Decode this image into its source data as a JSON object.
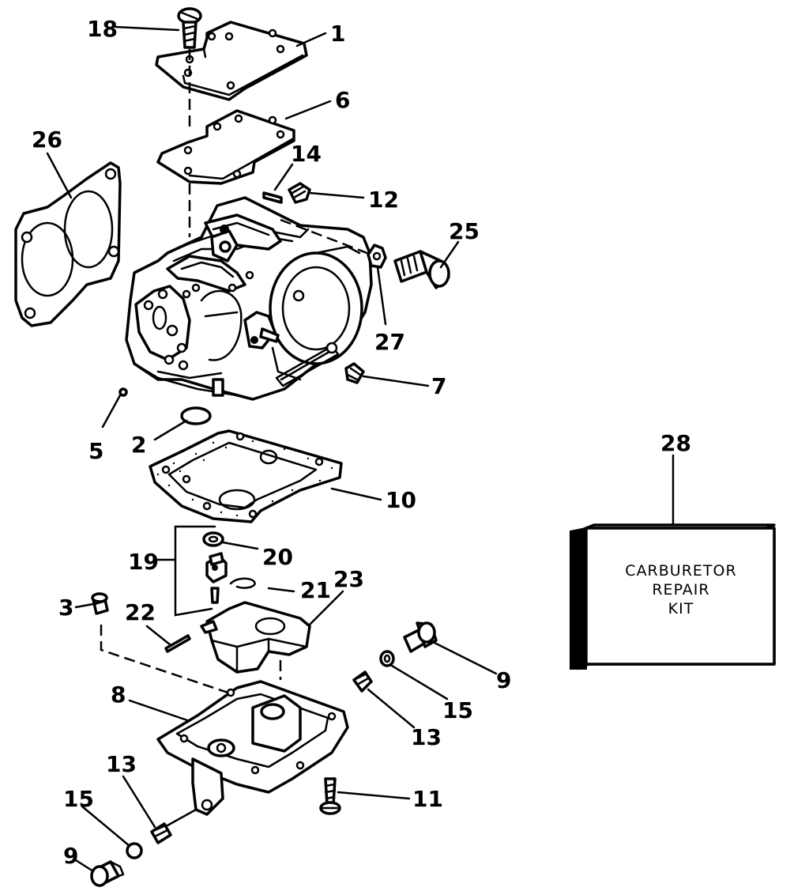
{
  "callouts": {
    "c1": "1",
    "c2": "2",
    "c3": "3",
    "c5": "5",
    "c6": "6",
    "c7": "7",
    "c8": "8",
    "c9a": "9",
    "c9b": "9",
    "c10": "10",
    "c11": "11",
    "c12": "12",
    "c13a": "13",
    "c13b": "13",
    "c14": "14",
    "c15a": "15",
    "c15b": "15",
    "c18": "18",
    "c19": "19",
    "c20": "20",
    "c21": "21",
    "c22": "22",
    "c23": "23",
    "c25": "25",
    "c26": "26",
    "c27": "27",
    "c28": "28"
  },
  "kit_box": {
    "line1": "CARBURETOR",
    "line2": "REPAIR",
    "line3": "KIT"
  },
  "colors": {
    "ink": "#000000",
    "paper": "#ffffff"
  }
}
